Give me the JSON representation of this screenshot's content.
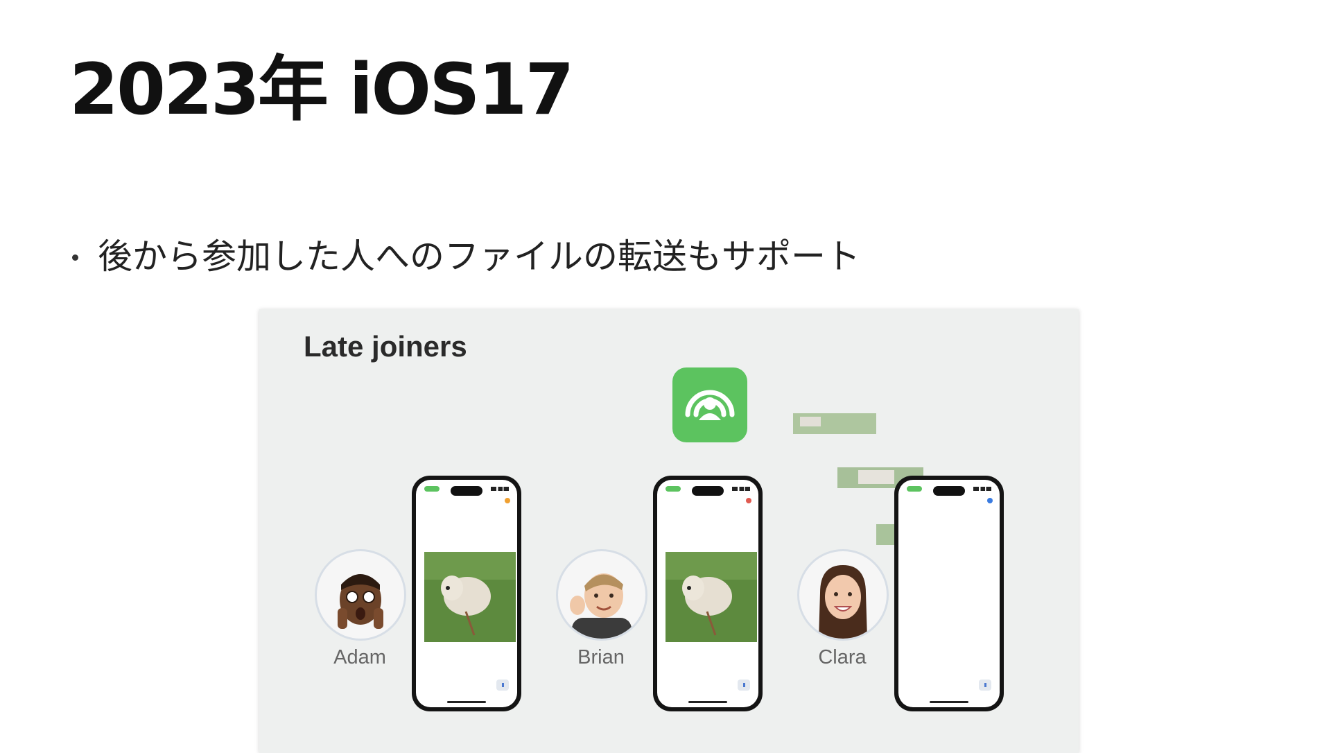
{
  "slide": {
    "title": "2023年 iOS17",
    "bullet": "後から参加した人へのファイルの転送もサポート"
  },
  "panel": {
    "title": "Late joiners",
    "app_icon": "shareplay-icon",
    "people": [
      {
        "name": "Adam",
        "indicator_color": "#f0a030"
      },
      {
        "name": "Brian",
        "indicator_color": "#e05a50"
      },
      {
        "name": "Clara",
        "indicator_color": "#3a7be0"
      }
    ]
  },
  "colors": {
    "accent_green": "#5cc35f",
    "panel_background": "#eef0ef"
  }
}
